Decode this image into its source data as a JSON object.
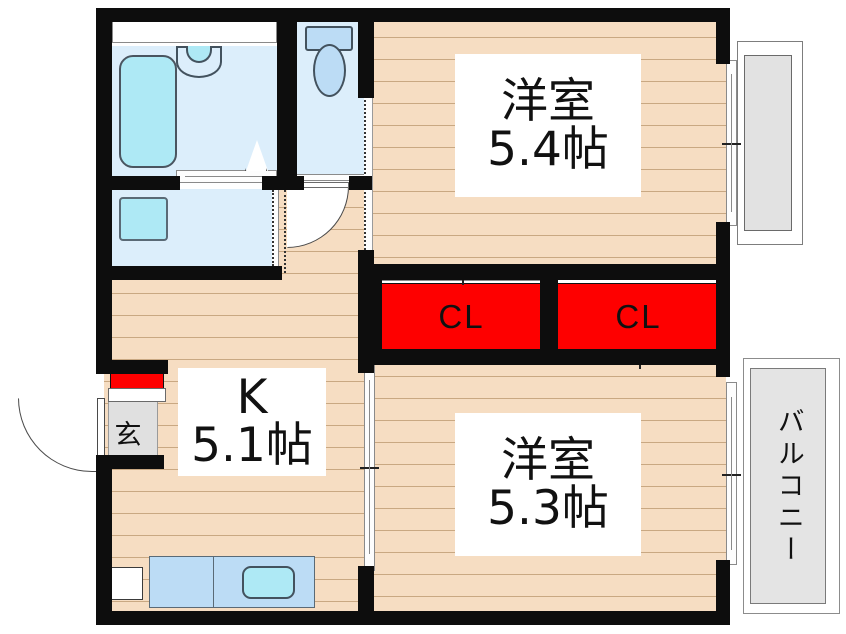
{
  "plan": {
    "title_rooms": [
      {
        "name": "bedroom-north",
        "label": "洋室\n5.4帖",
        "size_jo": 5.4,
        "type": "洋室"
      },
      {
        "name": "bedroom-south",
        "label": "洋室\n5.3帖",
        "size_jo": 5.3,
        "type": "洋室"
      },
      {
        "name": "kitchen",
        "label": "K\n5.1帖",
        "size_jo": 5.1,
        "type": "K"
      }
    ],
    "closets": [
      {
        "name": "closet-left",
        "label": "CL"
      },
      {
        "name": "closet-right",
        "label": "CL"
      }
    ],
    "entrance": {
      "label": "玄"
    },
    "balcony": {
      "label": "バルコニー"
    },
    "fixtures": {
      "bathtub": "bathtub",
      "shower_basin": "shower-basin",
      "toilet": "toilet",
      "washstand": "wash-basin",
      "kitchen_sink": "kitchen-sink",
      "cooktop": "cooktop",
      "shoe_cabinet": "shoe-cabinet",
      "meter_box": "meter-box"
    }
  },
  "colors": {
    "wall": "#0d0d0d",
    "floor_light": "#f6ddc2",
    "floor_line": "#c9a882",
    "closet_red": "#fe0000",
    "water_blue": "#dceefb",
    "fixture_cyan": "#aee9f5",
    "fixture_blue": "#bcdcf5",
    "grey_fill": "#e0e0e0",
    "text": "#111111",
    "white": "#ffffff"
  }
}
